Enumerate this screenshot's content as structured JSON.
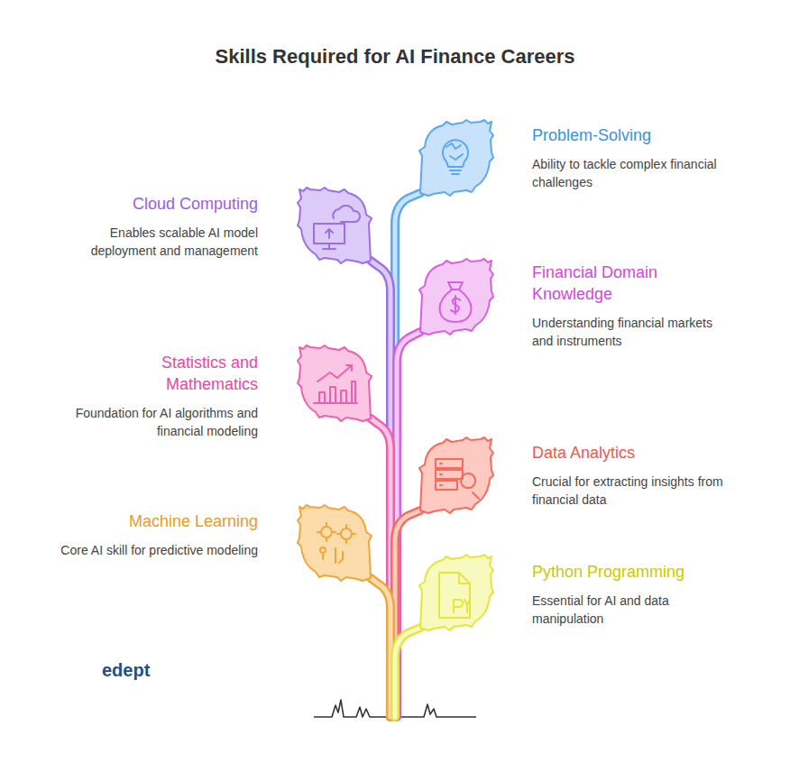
{
  "diagram": {
    "title": "Skills Required for AI Finance Careers",
    "nodes": [
      {
        "text": [
          "Problem-Solving",
          "Ability to tackle complex financial challenges"
        ]
      },
      {
        "text": [
          "Cloud Computing",
          "Enables scalable AI model deployment and management"
        ]
      },
      {
        "text": [
          "Financial Domain Knowledge",
          "Understanding financial markets and instruments"
        ]
      },
      {
        "text": [
          "Statistics and Mathematics",
          "Foundation for AI algorithms and financial modeling"
        ]
      },
      {
        "text": [
          "Data Analytics",
          "Crucial for extracting insights from financial data"
        ]
      },
      {
        "text": [
          "Machine Learning",
          "Core AI skill for predictive modeling"
        ]
      },
      {
        "text": [
          "Python Programming",
          "Essential for AI and data manipulation"
        ]
      }
    ],
    "labels": [
      "edept"
    ]
  }
}
